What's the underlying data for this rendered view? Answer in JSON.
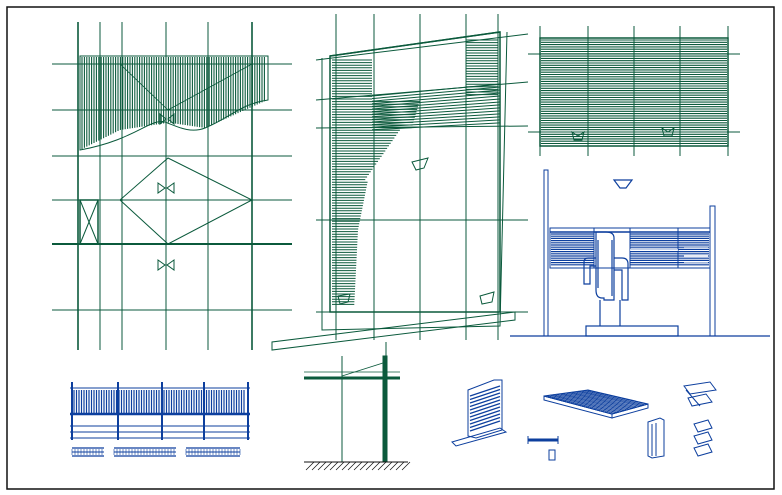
{
  "drawing": {
    "frame": "cad-drawing-sheet",
    "views": [
      {
        "id": "plan-left",
        "kind": "pergola-plan"
      },
      {
        "id": "plan-center",
        "kind": "pergola-plan-skewed"
      },
      {
        "id": "plan-top-right",
        "kind": "slat-roof-plan"
      },
      {
        "id": "elevation-right",
        "kind": "front-elevation"
      },
      {
        "id": "elevation-bottom-left",
        "kind": "slat-elevation"
      },
      {
        "id": "section-bottom-center",
        "kind": "column-section"
      },
      {
        "id": "details-bottom-right",
        "kind": "isometric-details"
      }
    ],
    "colors": {
      "green": "#0b5a3c",
      "blue": "#0d3f9e",
      "frame": "#111111",
      "background": "#ffffff"
    }
  }
}
